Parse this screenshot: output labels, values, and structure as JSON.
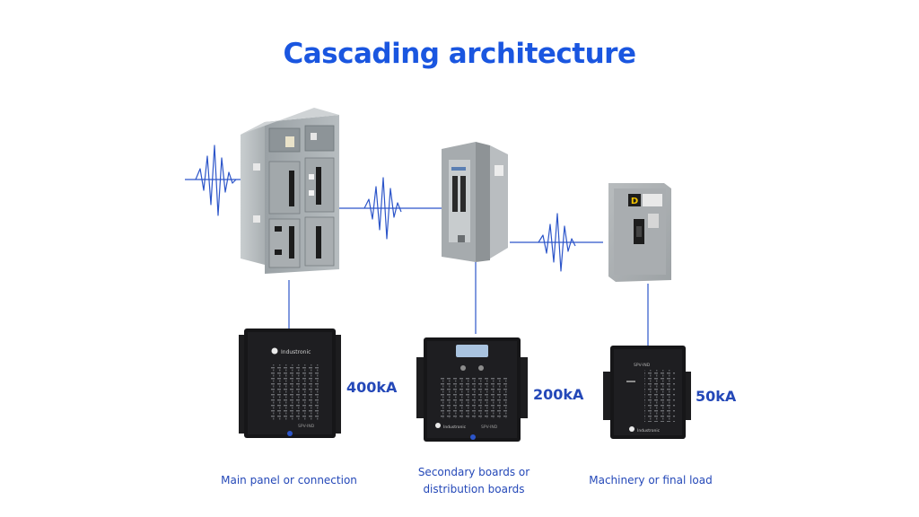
{
  "title": "Cascading architecture",
  "colors": {
    "accent": "#1a56e0",
    "text": "#2448b8",
    "line": "#2c55c9"
  },
  "devices": [
    {
      "rating": "400kA",
      "brand": "Industronic",
      "model": "SPV-IND",
      "caption_lines": [
        "Main panel or connection"
      ]
    },
    {
      "rating": "200kA",
      "brand": "Industronic",
      "model": "SPV-IND",
      "caption_lines": [
        "Secondary boards or",
        "distribution boards"
      ]
    },
    {
      "rating": "50kA",
      "brand": "Industronic",
      "model": "SPV-IND",
      "caption_lines": [
        "Machinery or final load"
      ]
    }
  ]
}
